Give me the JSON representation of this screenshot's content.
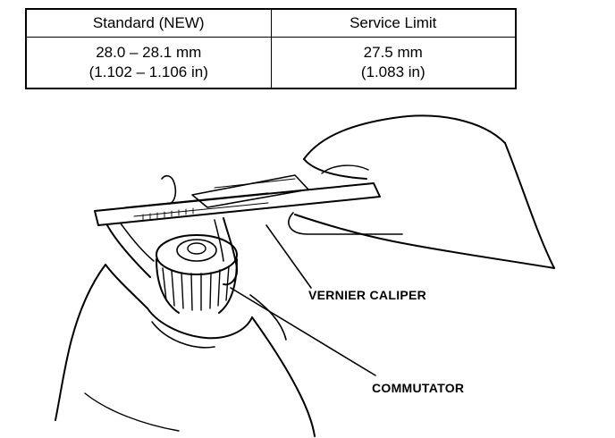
{
  "spec_table": {
    "headers": [
      "Standard (NEW)",
      "Service Limit"
    ],
    "standard": {
      "metric": "28.0 – 28.1 mm",
      "imperial": "(1.102 – 1.106 in)"
    },
    "service_limit": {
      "metric": "27.5 mm",
      "imperial": "(1.083 in)"
    }
  },
  "labels": {
    "vernier_caliper": "VERNIER CALIPER",
    "commutator": "COMMUTATOR"
  }
}
